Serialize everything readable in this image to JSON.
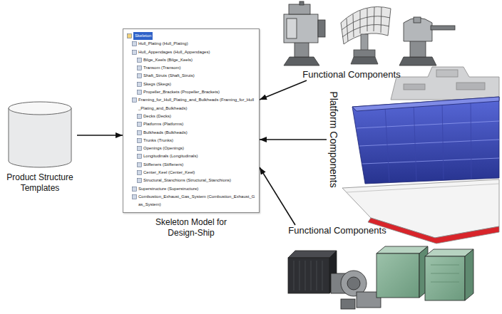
{
  "diagram": {
    "nodes": [
      {
        "text": [
          "Product Structure Templates"
        ]
      },
      {
        "text": [
          "Skeleton Model for Design-Ship"
        ]
      },
      {
        "text": [
          "Functional Components"
        ]
      },
      {
        "text": [
          "Platform Components"
        ]
      },
      {
        "text": [
          "Functional Components"
        ]
      }
    ],
    "edges": [
      {
        "from": 0,
        "to": 1,
        "arrow": "to"
      },
      {
        "from": 2,
        "to": 1,
        "arrow": "to"
      },
      {
        "from": 3,
        "to": 1,
        "arrow": "to"
      },
      {
        "from": 4,
        "to": 1,
        "arrow": "to"
      }
    ],
    "labels": [
      "Skeleton",
      "Hull_Plating (Hull_Plating)",
      "Hull_Appendages (Hull_Appendages)",
      "Bilge_Keels (Bilge_Keels)",
      "Transom (Transom)",
      "Shaft_Struts (Shaft_Struts)",
      "Skegs (Skegs)",
      "Propeller_Brackets (Propeller_Brackets)",
      "Framing_for_Hull_Plating_and_Bulkheads (Framing_for_Hull_Plating_and_Bulkheads)",
      "Decks (Decks)",
      "Platforms (Platforms)",
      "Bulkheads (Bulkheads)",
      "Trunks (Trunks)",
      "Openings (Openings)",
      "Longitudinals (Longitudinals)",
      "Stiffeners (Stiffeners)",
      "Center_Keel (Center_Keel)",
      "Structural_Stanchions (Structural_Stanchions)",
      "Superstructure (Superstructure)",
      "Combustion_Exhaust_Gas_System (Combustion_Exhaust_Gas_System)"
    ]
  }
}
